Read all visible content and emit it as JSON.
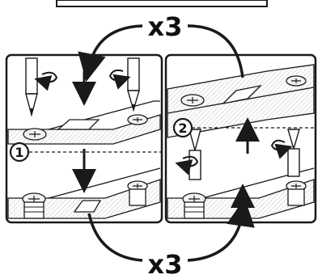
{
  "labels": {
    "repeat_top": "x3",
    "repeat_bottom": "x3",
    "step_one": "1",
    "step_two": "2"
  },
  "colors": {
    "line": "#1a1a1a",
    "panel_bg": "#ffffff",
    "board_fill": "#ececec",
    "hatch": "#d2d2d2"
  },
  "icons": [
    "pencil-icon",
    "screw-icon",
    "clockwise-rotation-icon",
    "counterclockwise-rotation-icon",
    "curved-arrow-icon"
  ]
}
